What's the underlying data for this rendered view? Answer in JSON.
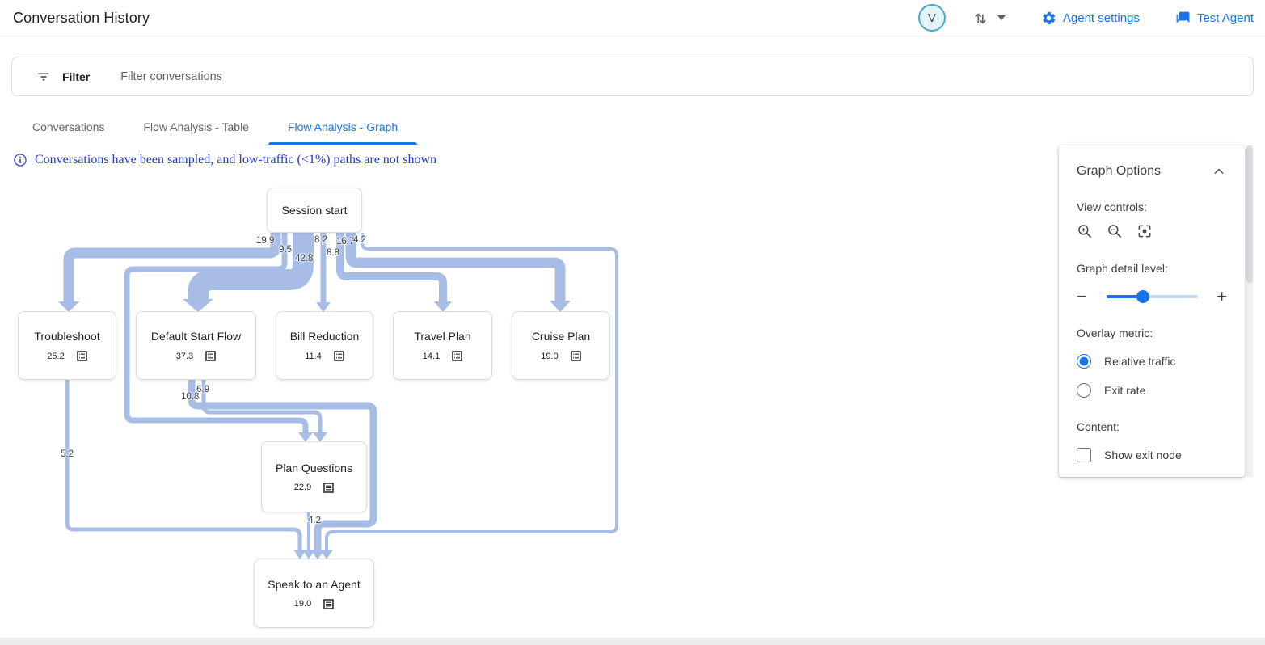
{
  "header": {
    "title": "Conversation History",
    "avatar_initial": "V",
    "agent_settings_label": "Agent settings",
    "test_agent_label": "Test Agent"
  },
  "filter_bar": {
    "label": "Filter",
    "placeholder": "Filter conversations"
  },
  "tabs": [
    {
      "label": "Conversations",
      "active": false
    },
    {
      "label": "Flow Analysis - Table",
      "active": false
    },
    {
      "label": "Flow Analysis - Graph",
      "active": true
    }
  ],
  "notice": "Conversations have been sampled, and low-traffic (<1%) paths are not shown",
  "graph": {
    "nodes": [
      {
        "label": "Session start",
        "value": ""
      },
      {
        "label": "Troubleshoot",
        "value": "25.2"
      },
      {
        "label": "Default Start Flow",
        "value": "37.3"
      },
      {
        "label": "Bill Reduction",
        "value": "11.4"
      },
      {
        "label": "Travel Plan",
        "value": "14.1"
      },
      {
        "label": "Cruise Plan",
        "value": "19.0"
      },
      {
        "label": "Plan Questions",
        "value": "22.9"
      },
      {
        "label": "Speak to an Agent",
        "value": "19.0"
      }
    ],
    "edges": [
      {
        "from": "Session start",
        "to": "Troubleshoot",
        "value": "19.9"
      },
      {
        "from": "Session start",
        "to": "Plan Questions",
        "value": "9.5"
      },
      {
        "from": "Session start",
        "to": "Default Start Flow",
        "value": "42.8"
      },
      {
        "from": "Session start",
        "to": "Bill Reduction",
        "value": "8.2"
      },
      {
        "from": "Session start",
        "to": "Travel Plan",
        "value": "8.8"
      },
      {
        "from": "Session start",
        "to": "Cruise Plan",
        "value": "16.7"
      },
      {
        "from": "Session start",
        "to": "Speak to an Agent",
        "value": "4.2"
      },
      {
        "from": "Default Start Flow",
        "to": "Plan Questions",
        "value": "6.9"
      },
      {
        "from": "Default Start Flow",
        "to": "Speak to an Agent",
        "value": "10.8"
      },
      {
        "from": "Troubleshoot",
        "to": "Speak to an Agent",
        "value": "5.2"
      },
      {
        "from": "Plan Questions",
        "to": "Speak to an Agent",
        "value": "4.2"
      }
    ]
  },
  "graph_options": {
    "title": "Graph Options",
    "view_controls_label": "View controls:",
    "detail_label": "Graph detail level:",
    "detail_percent": 40,
    "overlay_label": "Overlay metric:",
    "options": [
      {
        "label": "Relative traffic",
        "selected": true
      },
      {
        "label": "Exit rate",
        "selected": false
      }
    ],
    "content_label": "Content:",
    "show_exit_label": "Show exit node",
    "show_exit_checked": false
  },
  "colors": {
    "accent": "#1a73e8",
    "edge": "#a8bde6",
    "notice_text": "#2438cc"
  }
}
